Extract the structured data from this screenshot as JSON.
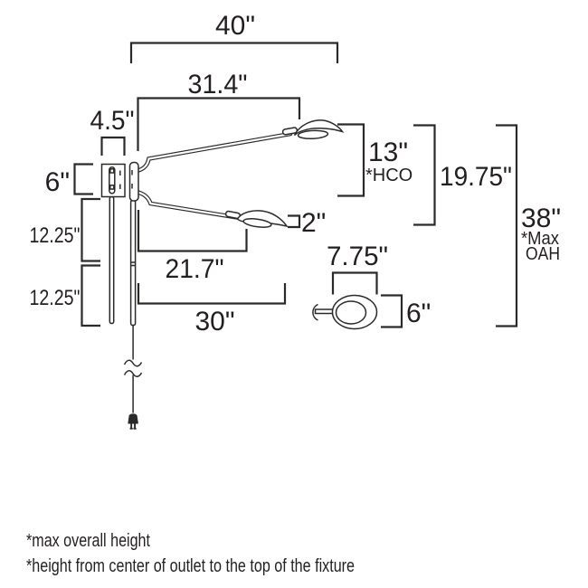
{
  "diagram": {
    "dimensions": {
      "width_40": "40\"",
      "arm_31_4": "31.4\"",
      "plate_4_5": "4.5\"",
      "plate_6": "6\"",
      "head_13": "13\"",
      "hco_note": "*HCO",
      "drop_19_75": "19.75\"",
      "oah_38": "38\"",
      "max_note": "*Max",
      "oah_note": "OAH",
      "head_2": "2\"",
      "arm_21_7": "21.7\"",
      "arm_30": "30\"",
      "rod_12_25_upper": "12.25\"",
      "rod_12_25_lower": "12.25\"",
      "head_7_75": "7.75\"",
      "head_6": "6\""
    },
    "footnotes": [
      "*max overall height",
      "*height from center of outlet to the top of the fixture"
    ],
    "colors": {
      "line": "#2b2a29",
      "background": "#ffffff"
    }
  }
}
